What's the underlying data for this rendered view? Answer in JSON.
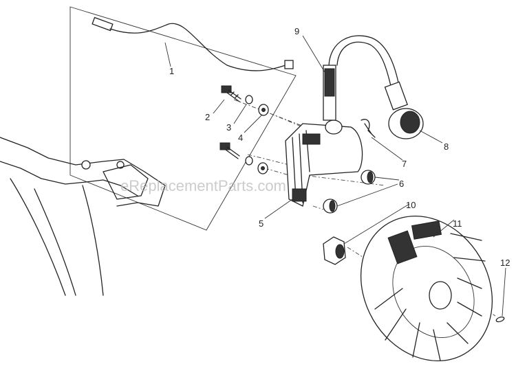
{
  "watermark": "eReplacementParts.com",
  "callouts": [
    {
      "number": "1",
      "part": "cable"
    },
    {
      "number": "2",
      "part": "bolt"
    },
    {
      "number": "3",
      "part": "washer"
    },
    {
      "number": "4",
      "part": "washer"
    },
    {
      "number": "5",
      "part": "ignition-coil"
    },
    {
      "number": "6",
      "part": "spacer"
    },
    {
      "number": "7",
      "part": "clip"
    },
    {
      "number": "8",
      "part": "spark-plug-boot"
    },
    {
      "number": "9",
      "part": "high-tension-lead"
    },
    {
      "number": "10",
      "part": "nut"
    },
    {
      "number": "11",
      "part": "flywheel"
    },
    {
      "number": "12",
      "part": "key"
    }
  ]
}
